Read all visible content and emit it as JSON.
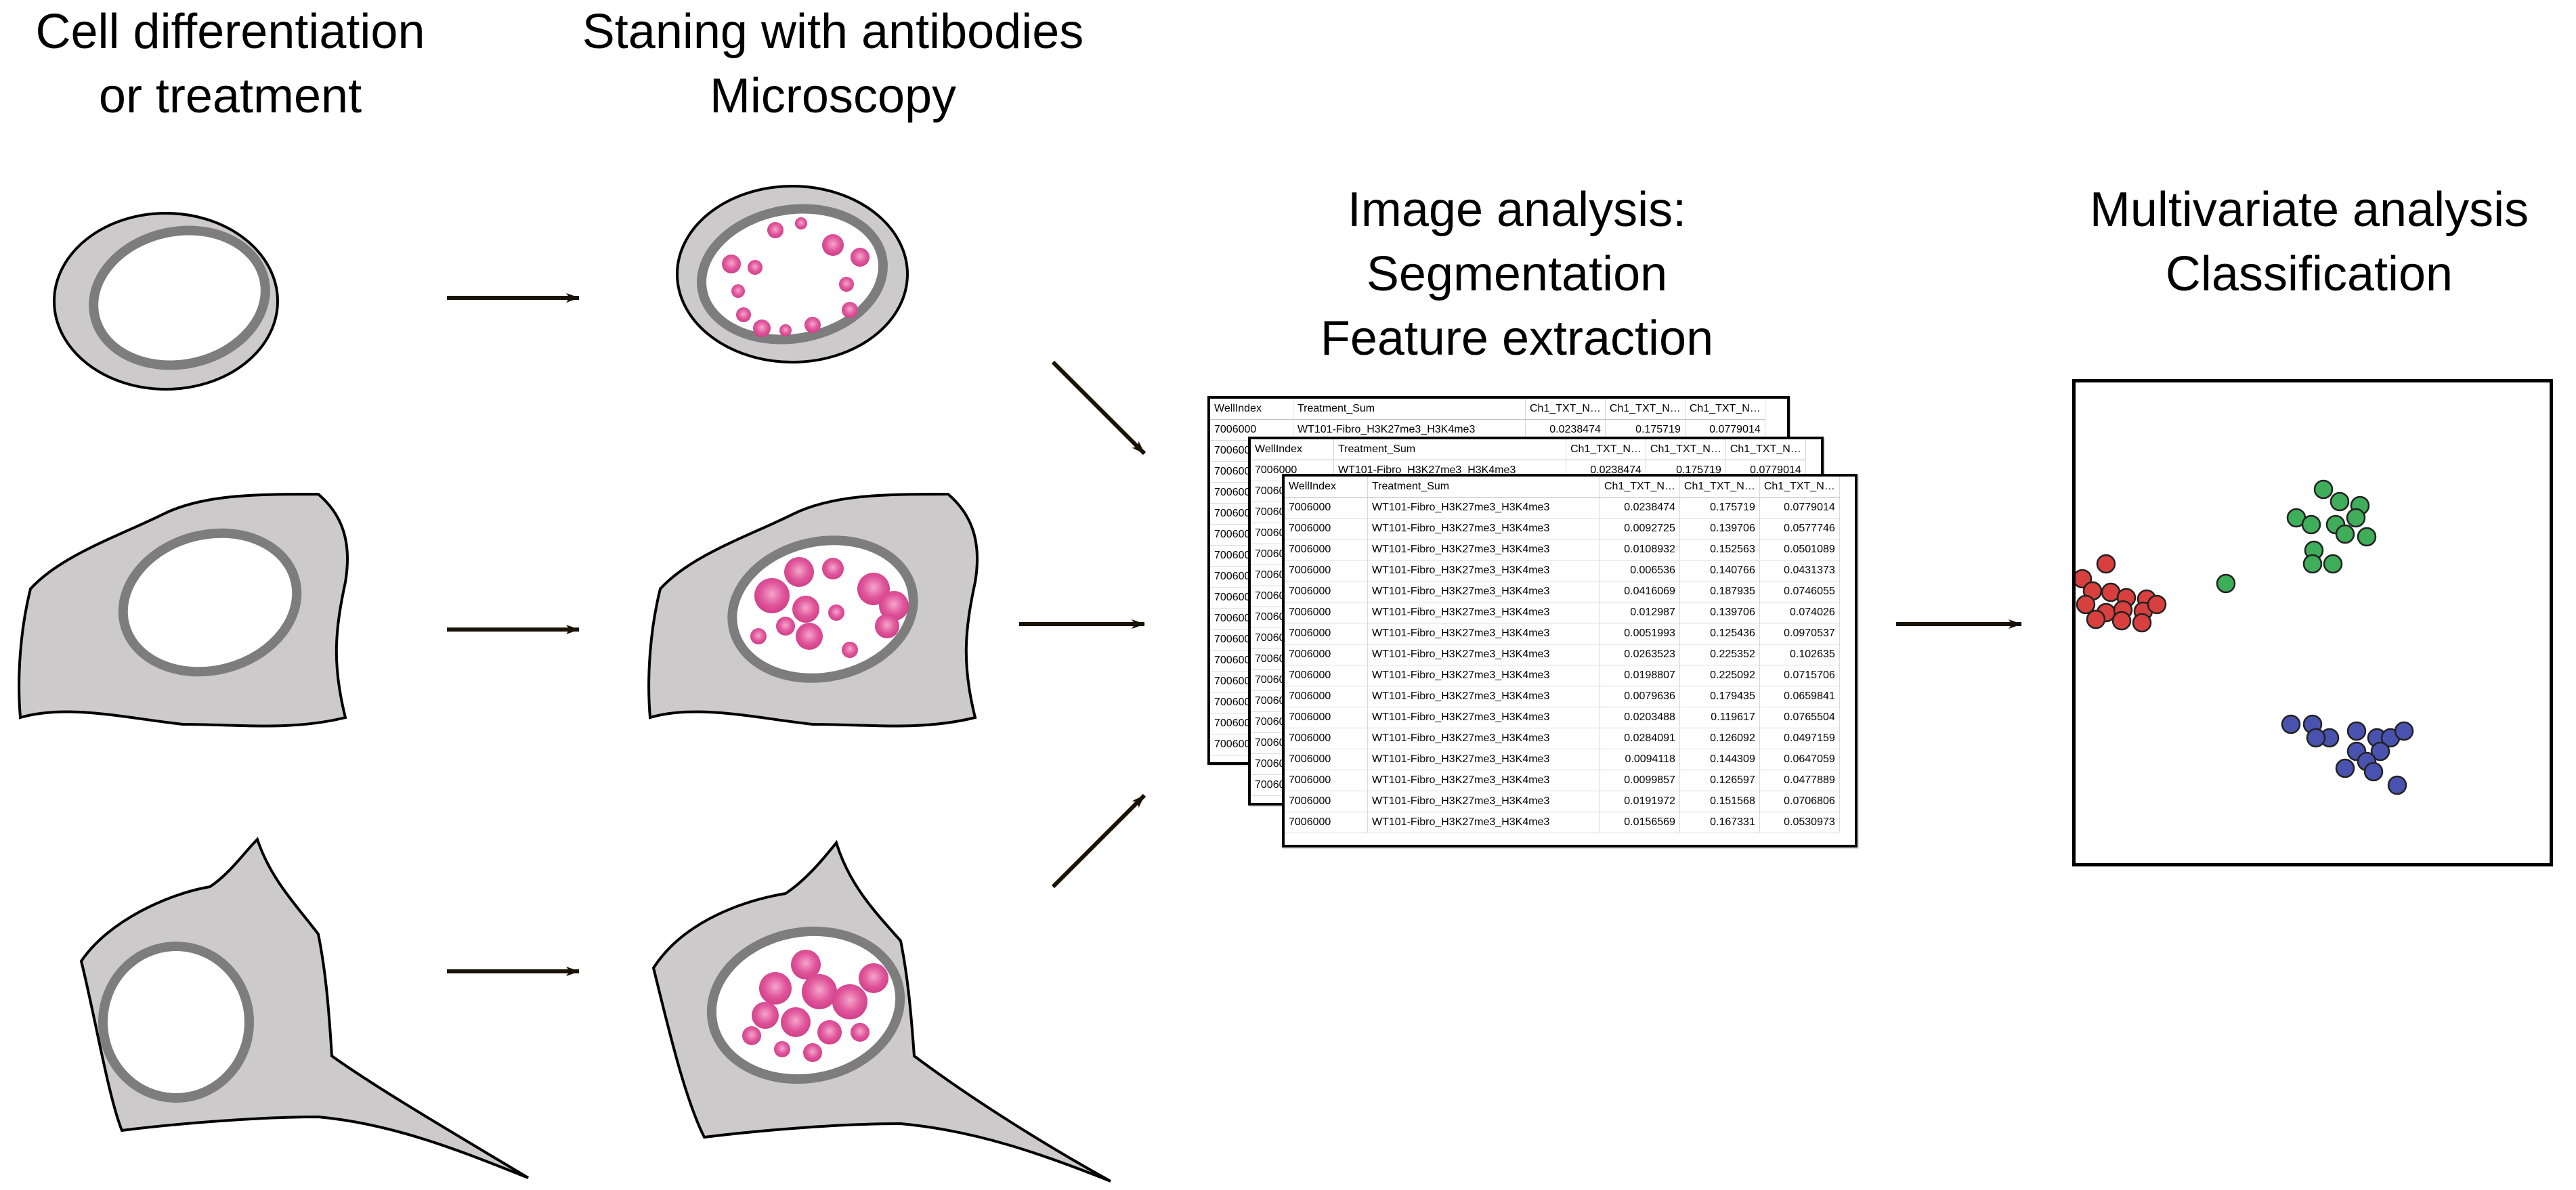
{
  "headings": {
    "step1": [
      "Cell differentiation",
      "or treatment"
    ],
    "step2": [
      "Staning with antibodies",
      "Microscopy"
    ],
    "step3": [
      "Image analysis:",
      "Segmentation",
      "Feature extraction"
    ],
    "step4": [
      "Multivariate analysis",
      "Classification"
    ]
  },
  "table": {
    "columns": [
      "WellIndex",
      "Treatment_Sum",
      "Ch1_TXT_N…",
      "Ch1_TXT_N…",
      "Ch1_TXT_N…"
    ],
    "rows": [
      [
        "7006000",
        "WT101-Fibro_H3K27me3_H3K4me3",
        "0.0238474",
        "0.175719",
        "0.0779014"
      ],
      [
        "7006000",
        "WT101-Fibro_H3K27me3_H3K4me3",
        "0.0092725",
        "0.139706",
        "0.0577746"
      ],
      [
        "7006000",
        "WT101-Fibro_H3K27me3_H3K4me3",
        "0.0108932",
        "0.152563",
        "0.0501089"
      ],
      [
        "7006000",
        "WT101-Fibro_H3K27me3_H3K4me3",
        "0.006536",
        "0.140766",
        "0.0431373"
      ],
      [
        "7006000",
        "WT101-Fibro_H3K27me3_H3K4me3",
        "0.0416069",
        "0.187935",
        "0.0746055"
      ],
      [
        "7006000",
        "WT101-Fibro_H3K27me3_H3K4me3",
        "0.012987",
        "0.139706",
        "0.074026"
      ],
      [
        "7006000",
        "WT101-Fibro_H3K27me3_H3K4me3",
        "0.0051993",
        "0.125436",
        "0.0970537"
      ],
      [
        "7006000",
        "WT101-Fibro_H3K27me3_H3K4me3",
        "0.0263523",
        "0.225352",
        "0.102635"
      ],
      [
        "7006000",
        "WT101-Fibro_H3K27me3_H3K4me3",
        "0.0198807",
        "0.225092",
        "0.0715706"
      ],
      [
        "7006000",
        "WT101-Fibro_H3K27me3_H3K4me3",
        "0.0079636",
        "0.179435",
        "0.0659841"
      ],
      [
        "7006000",
        "WT101-Fibro_H3K27me3_H3K4me3",
        "0.0203488",
        "0.119617",
        "0.0765504"
      ],
      [
        "7006000",
        "WT101-Fibro_H3K27me3_H3K4me3",
        "0.0284091",
        "0.126092",
        "0.0497159"
      ],
      [
        "7006000",
        "WT101-Fibro_H3K27me3_H3K4me3",
        "0.0094118",
        "0.144309",
        "0.0647059"
      ],
      [
        "7006000",
        "WT101-Fibro_H3K27me3_H3K4me3",
        "0.0099857",
        "0.126597",
        "0.0477889"
      ],
      [
        "7006000",
        "WT101-Fibro_H3K27me3_H3K4me3",
        "0.0191972",
        "0.151568",
        "0.0706806"
      ],
      [
        "7006000",
        "WT101-Fibro_H3K27me3_H3K4me3",
        "0.0156569",
        "0.167331",
        "0.0530973"
      ]
    ]
  },
  "colors": {
    "cell_fill": "#cccaca",
    "nucleus_ring": "#7d7d7d",
    "stain": "#e0559b",
    "cluster_red": "#d84040",
    "cluster_green": "#3fae5a",
    "cluster_blue": "#4a52b0",
    "arrow": "#1a1205"
  },
  "clusters": [
    {
      "name": "red",
      "color": "#d84040"
    },
    {
      "name": "green",
      "color": "#3fae5a"
    },
    {
      "name": "blue",
      "color": "#4a52b0"
    }
  ]
}
